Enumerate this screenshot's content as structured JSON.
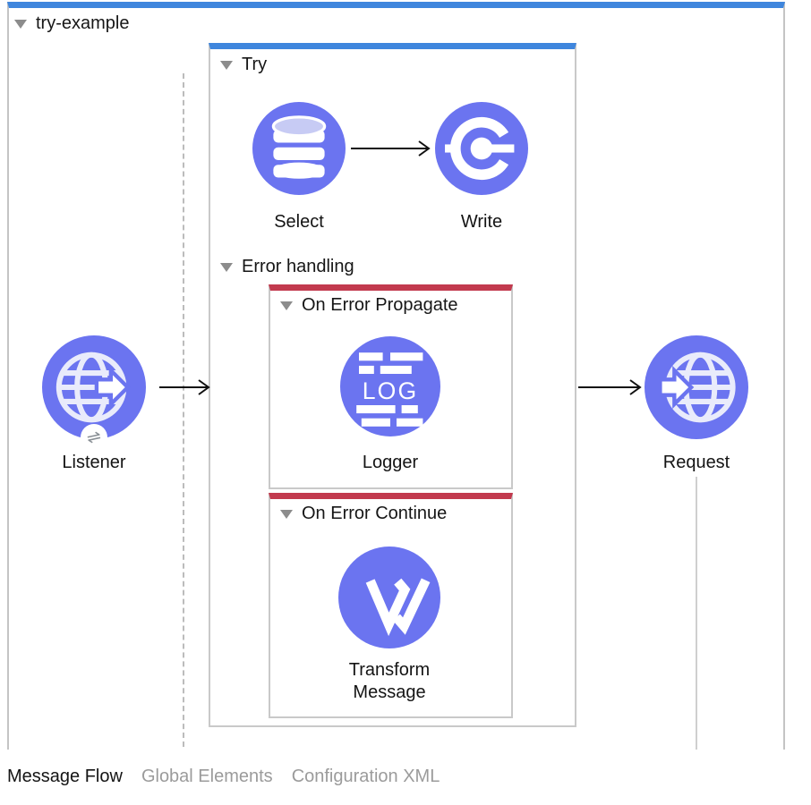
{
  "flow": {
    "title": "try-example",
    "scopes": {
      "try_label": "Try",
      "error_handling_label": "Error handling",
      "on_error_propagate_label": "On Error Propagate",
      "on_error_continue_label": "On Error Continue"
    },
    "nodes": {
      "listener": "Listener",
      "select": "Select",
      "write": "Write",
      "logger": "Logger",
      "transform": "Transform Message",
      "request": "Request"
    }
  },
  "icons": {
    "listener": "globe-arrow-out-icon",
    "select": "database-icon",
    "write": "connector-operation-icon",
    "logger": "log-lines-icon",
    "logger_text": "LOG",
    "transform": "dataweave-icon",
    "request": "globe-arrow-in-icon",
    "listener_badge_glyph": "⇌"
  },
  "tabs": {
    "message_flow": "Message Flow",
    "global_elements": "Global Elements",
    "configuration_xml": "Configuration XML"
  },
  "colors": {
    "node_purple": "#6b74f0",
    "flow_bar_blue": "#3f86dd",
    "error_bar_red": "#c23a4e"
  }
}
